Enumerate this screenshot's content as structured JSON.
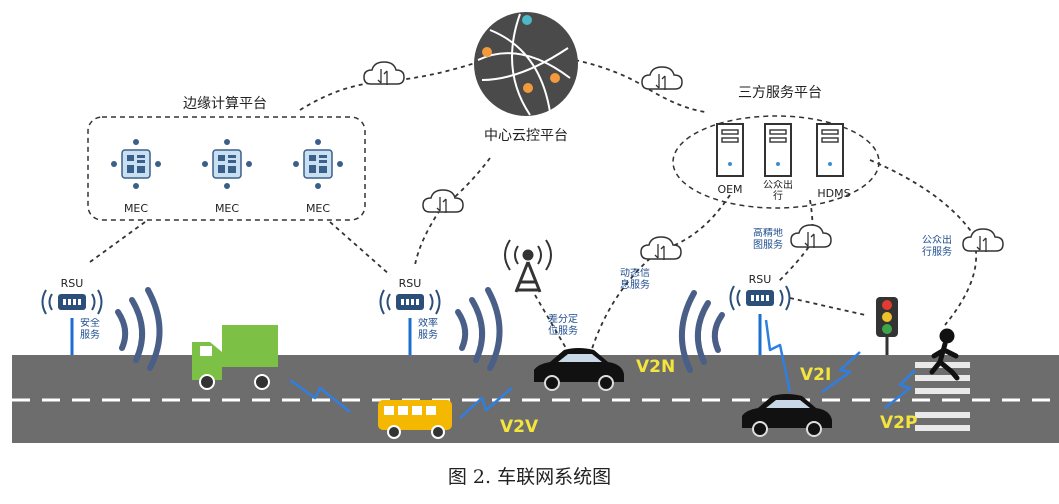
{
  "caption": "图 2.  车联网系统图",
  "platforms": {
    "edge": "边缘计算平台",
    "center": "中心云控平台",
    "third_party": "三方服务平台"
  },
  "mec": [
    "MEC",
    "MEC",
    "MEC"
  ],
  "servers": [
    "OEM",
    "公众出行",
    "HDMS"
  ],
  "rsu": [
    "RSU",
    "RSU",
    "RSU"
  ],
  "services": {
    "safety": "安全服务",
    "efficiency": "效率服务",
    "diff_positioning": "差分定位服务",
    "dynamic_info": "动态信息服务",
    "hd_map": "高精地图服务",
    "public_travel": "公众出行服务"
  },
  "links": [
    "V2V",
    "V2N",
    "V2I",
    "V2P"
  ],
  "colors": {
    "road": "#6d6d6d",
    "truck": "#7cc046",
    "bus": "#f5b800",
    "car": "#111111",
    "accent_blue": "#1a6fd0",
    "v2x_label": "#f4e53c"
  }
}
